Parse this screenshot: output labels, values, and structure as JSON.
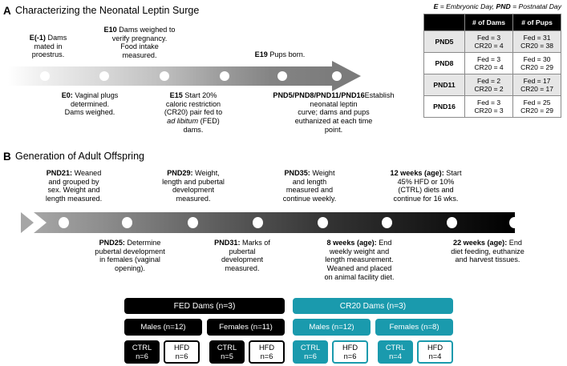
{
  "legend": {
    "abbr1": "E",
    "text1": " = Embryonic Day, ",
    "abbr2": "PND",
    "text2": " = Postnatal Day"
  },
  "panel_a": {
    "letter": "A",
    "title": "Characterizing the Neonatal Leptin Surge",
    "above_events": [
      {
        "tag": "E(-1)",
        "body": " Dams\nmated in\nproestrus."
      },
      {
        "tag": "E10",
        "body": " Dams weighed to\nverify pregnancy.\nFood intake\nmeasured."
      },
      {
        "tag": "E19",
        "body": " Pups born."
      }
    ],
    "below_events": [
      {
        "tag": "E0:",
        "body": " Vaginal plugs\ndetermined.\nDams weighed."
      },
      {
        "tag": "E15",
        "body": " Start 20%\ncaloric restriction\n(CR20) pair fed to\nad libitum (FED)\ndams."
      },
      {
        "tag": "PND5/PND8/PND11/PND16",
        "body": "Establish neonatal leptin\ncurve; dams and pups\neuthanized at each time\npoint."
      }
    ],
    "table": {
      "columns": [
        "",
        "# of Dams",
        "# of Pups"
      ],
      "rows": [
        {
          "label": "PND5",
          "dams": "Fed = 3\nCR20 = 4",
          "pups": "Fed = 31\nCR20 = 38"
        },
        {
          "label": "PND8",
          "dams": "Fed = 3\nCR20 = 4",
          "pups": "Fed = 30\nCR20 = 29"
        },
        {
          "label": "PND11",
          "dams": "Fed = 2\nCR20 = 2",
          "pups": "Fed = 17\nCR20 = 17"
        },
        {
          "label": "PND16",
          "dams": "Fed = 3\nCR20 = 3",
          "pups": "Fed = 25\nCR20 = 29"
        }
      ]
    }
  },
  "panel_b": {
    "letter": "B",
    "title": "Generation of Adult Offspring",
    "above_events": [
      {
        "tag": "PND21:",
        "body": " Weaned\nand grouped by\nsex. Weight and\nlength measured."
      },
      {
        "tag": "PND29:",
        "body": " Weight,\nlength and pubertal\ndevelopment\nmeasured."
      },
      {
        "tag": "PND35:",
        "body": " Weight\nand length\nmeasured and\ncontinue weekly."
      },
      {
        "tag": "12 weeks (age):",
        "body": " Start\n45% HFD or 10%\n(CTRL) diets and\ncontinue for 16 wks."
      }
    ],
    "below_events": [
      {
        "tag": "PND25:",
        "body": " Determine\npubertal development\nin females (vaginal\nopening)."
      },
      {
        "tag": "PND31:",
        "body": " Marks of\npubertal\ndevelopment\nmeasured."
      },
      {
        "tag": "8 weeks (age):",
        "body": " End\nweekly weight and\nlength measurement.\nWeaned and placed\non animal facility diet."
      },
      {
        "tag": "22 weeks (age):",
        "body": " End\ndiet feeding, euthanize\nand harvest tissues."
      }
    ]
  },
  "groups": {
    "fed": {
      "dams": "FED Dams (n=3)",
      "sexes": [
        "Males (n=12)",
        "Females (n=11)"
      ],
      "diets": [
        {
          "name": "CTRL",
          "n": "n=6"
        },
        {
          "name": "HFD",
          "n": "n=6"
        },
        {
          "name": "CTRL",
          "n": "n=5"
        },
        {
          "name": "HFD",
          "n": "n=6"
        }
      ]
    },
    "cr20": {
      "dams": "CR20 Dams (n=3)",
      "sexes": [
        "Males (n=12)",
        "Females (n=8)"
      ],
      "diets": [
        {
          "name": "CTRL",
          "n": "n=6"
        },
        {
          "name": "HFD",
          "n": "n=6"
        },
        {
          "name": "CTRL",
          "n": "n=4"
        },
        {
          "name": "HFD",
          "n": "n=4"
        }
      ]
    }
  },
  "colors": {
    "teal": "#1a9aad",
    "dark": "#000000"
  }
}
